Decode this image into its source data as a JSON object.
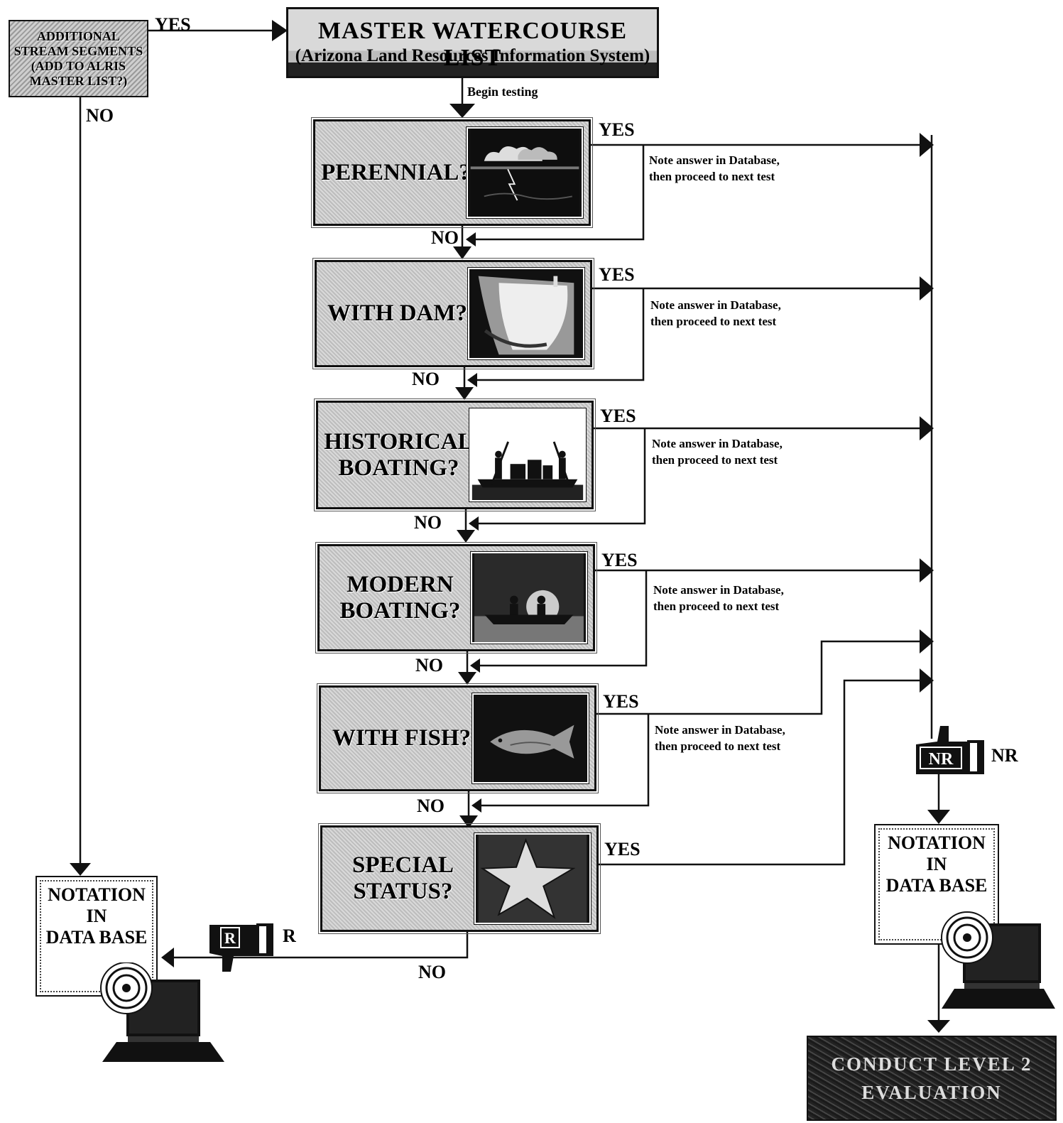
{
  "source": {
    "label": "ADDITIONAL STREAM SEGMENTS (ADD TO ALRIS MASTER LIST?)",
    "yes": "YES",
    "no": "NO"
  },
  "master": {
    "title": "MASTER WATERCOURSE LIST",
    "subtitle": "(Arizona Land Resources Information System)",
    "begin": "Begin testing"
  },
  "tests": [
    {
      "label": "PERENNIAL?",
      "icon": "storm-cloud-lightning-icon",
      "yes": "YES",
      "no": "NO",
      "note1": "Note answer in Database,",
      "note2": "then proceed to next test"
    },
    {
      "label": "WITH DAM?",
      "icon": "dam-icon",
      "yes": "YES",
      "no": "NO",
      "note1": "Note answer in Database,",
      "note2": "then proceed to next test"
    },
    {
      "label": "HISTORICAL BOATING?",
      "icon": "historical-boat-icon",
      "yes": "YES",
      "no": "NO",
      "note1": "Note answer in Database,",
      "note2": "then proceed to next test"
    },
    {
      "label": "MODERN BOATING?",
      "icon": "canoe-icon",
      "yes": "YES",
      "no": "NO",
      "note1": "Note answer in Database,",
      "note2": "then proceed to next test"
    },
    {
      "label": "WITH FISH?",
      "icon": "fish-icon",
      "yes": "YES",
      "no": "NO",
      "note1": "Note answer in Database,",
      "note2": "then proceed to next test"
    },
    {
      "label": "SPECIAL STATUS?",
      "icon": "star-icon",
      "yes": "YES",
      "no": "NO"
    }
  ],
  "outcomes": {
    "r_badge": "R",
    "r_label": "R",
    "nr_badge": "NR",
    "nr_label": "NR",
    "notation": [
      "NOTATION",
      "IN",
      "DATA BASE"
    ],
    "level2": [
      "CONDUCT LEVEL 2",
      "EVALUATION"
    ]
  }
}
